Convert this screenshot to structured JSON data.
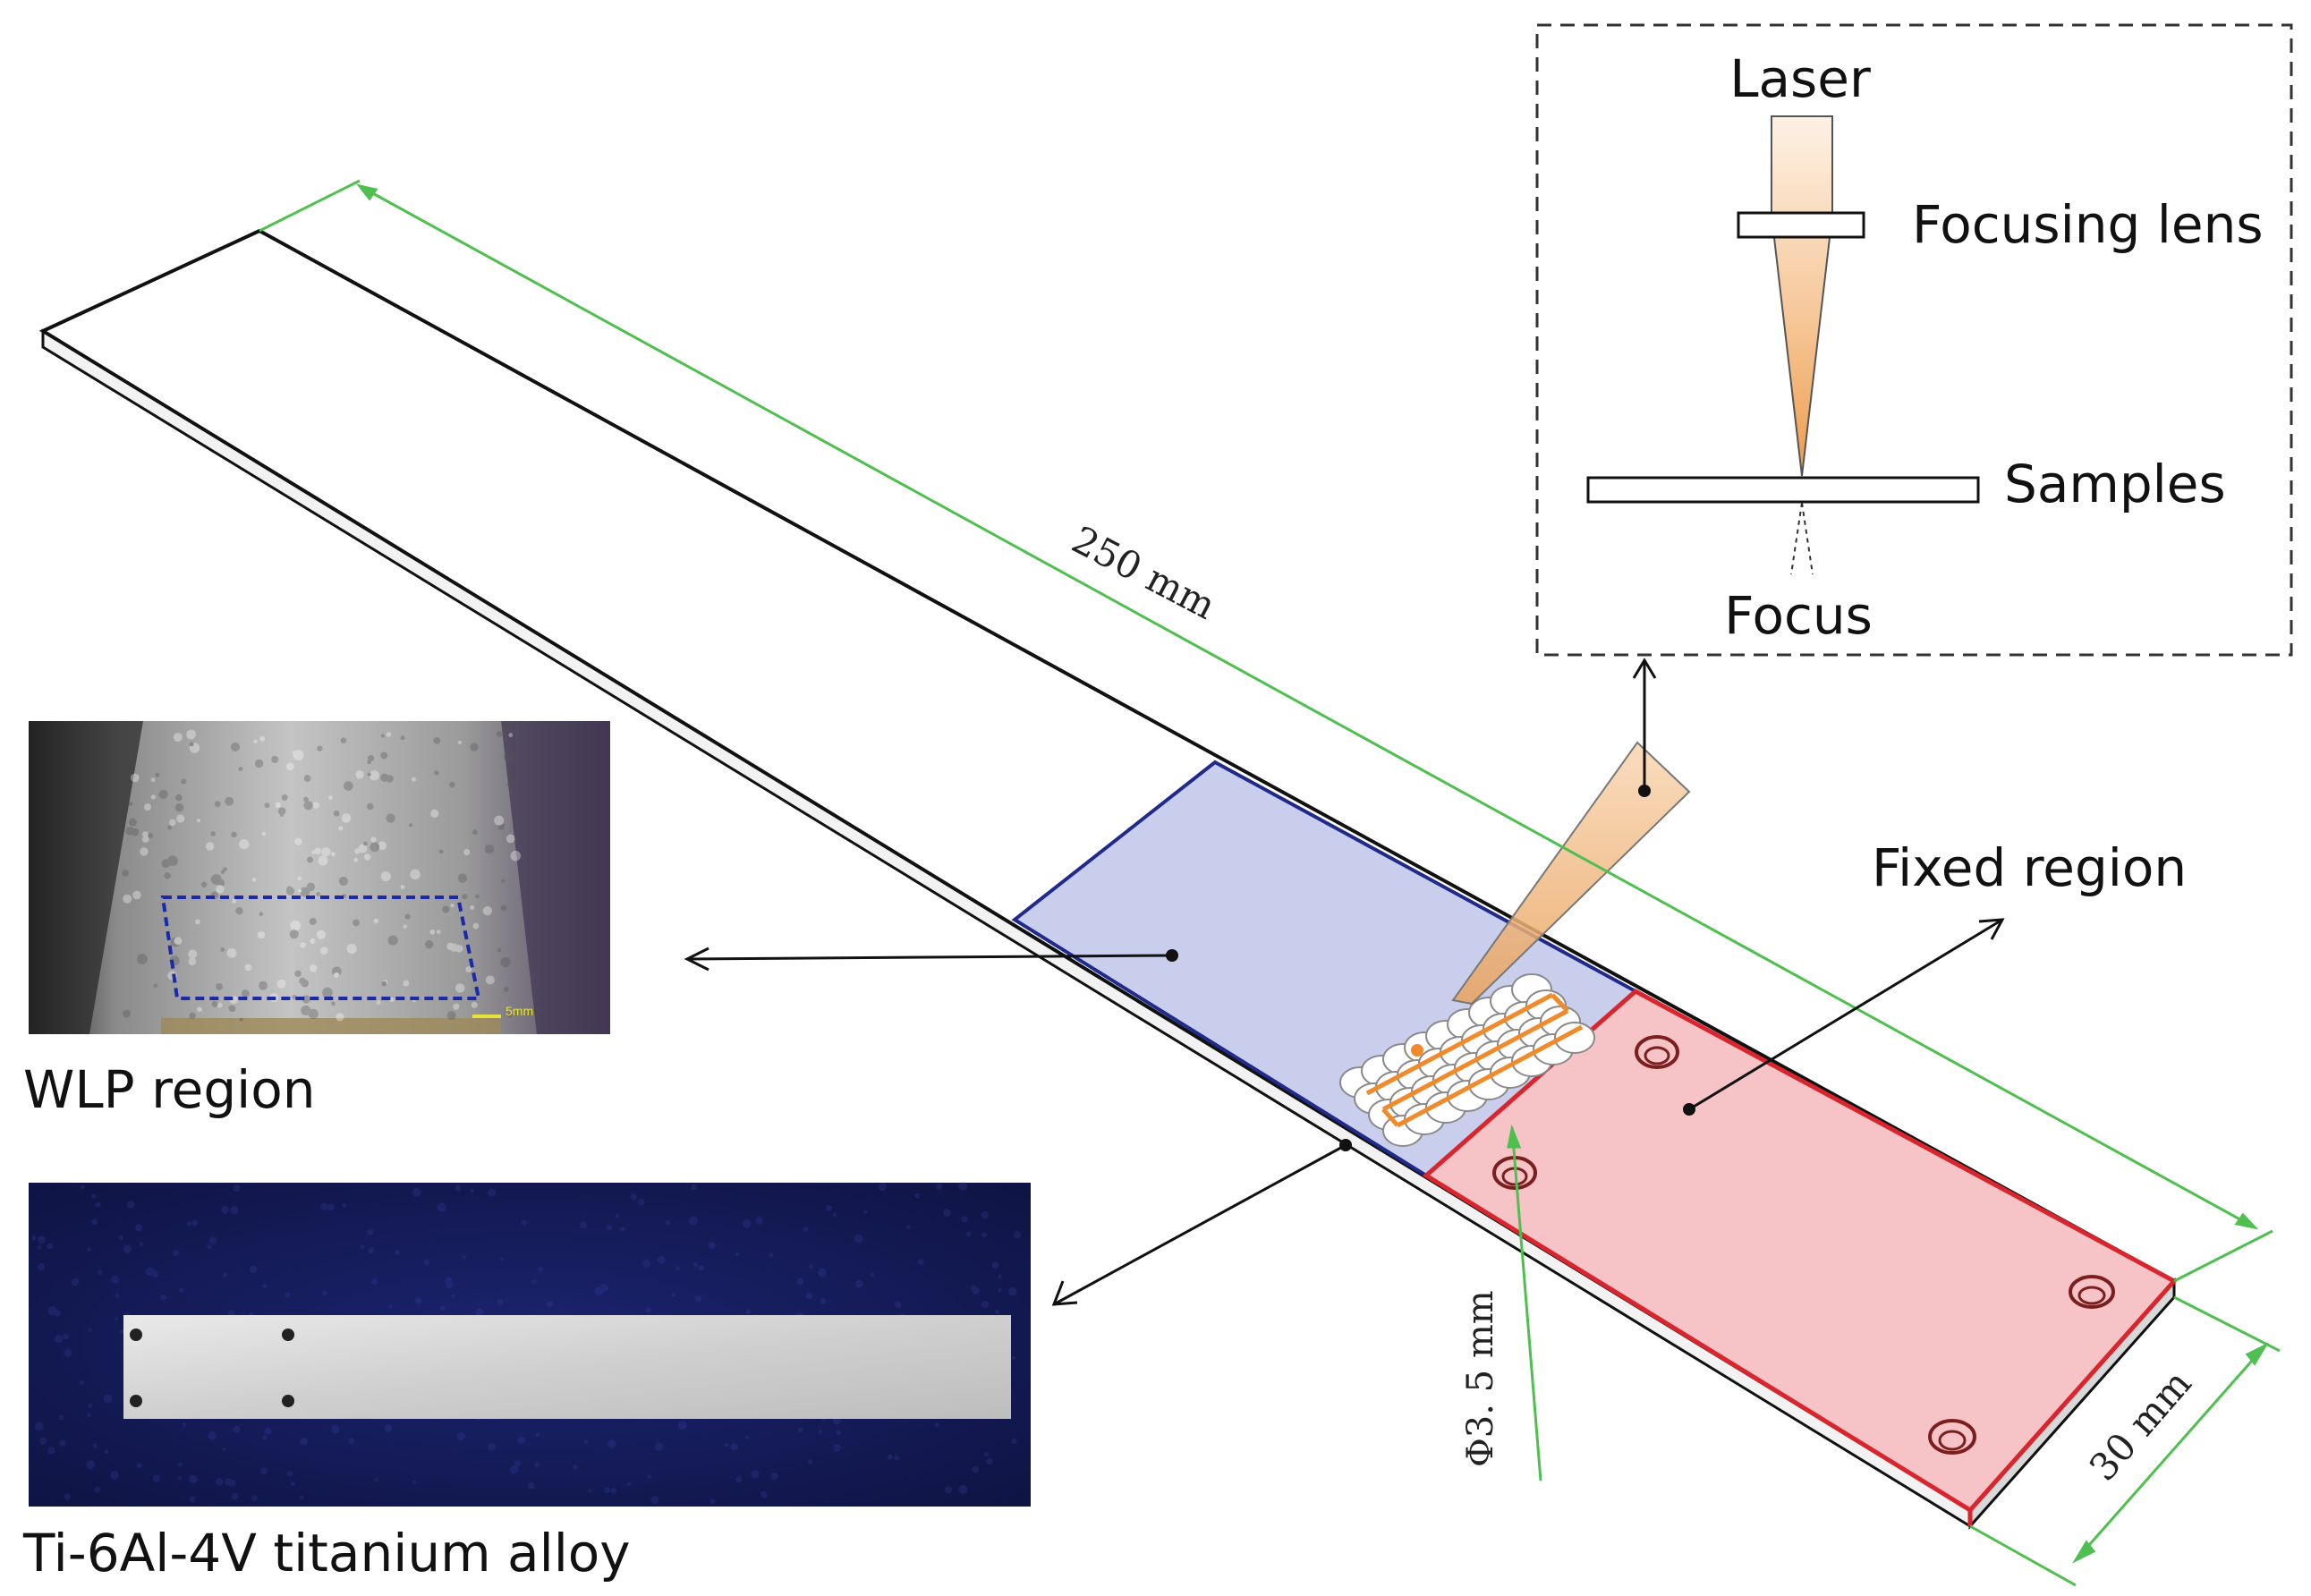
{
  "labels": {
    "laser": "Laser",
    "focusing_lens": "Focusing lens",
    "samples": "Samples",
    "focus": "Focus",
    "fixed_region": "Fixed region",
    "wlp_region": "WLP region",
    "alloy": "Ti-6Al-4V titanium alloy"
  },
  "dimensions": {
    "length": "250 mm",
    "width": "30 mm",
    "hole_diameter": "Φ3. 5 mm"
  },
  "photo_annotations": {
    "scale_bar": "5mm"
  },
  "colors": {
    "wlp_region_fill": "#c7cbec",
    "wlp_region_edge": "#1f2a8a",
    "fixed_region_fill": "#f6c3c6",
    "fixed_region_edge": "#d9262e",
    "dimension_lines": "#4fbf4f",
    "laser_beam": "#f2a964",
    "scan_path": "#f08a2a",
    "photo_background": "#141a55"
  }
}
